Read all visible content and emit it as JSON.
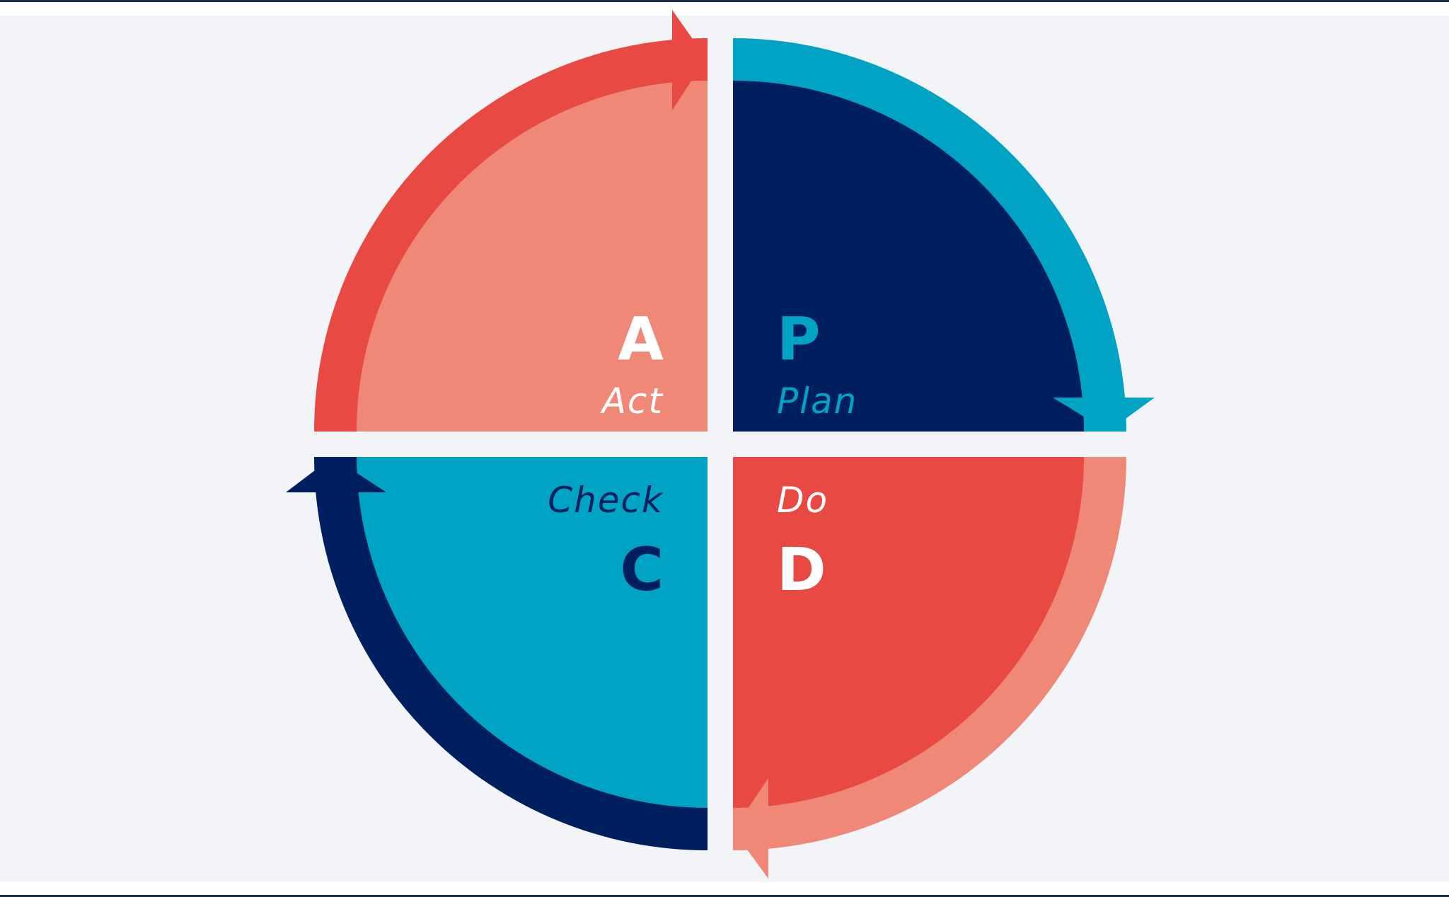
{
  "diagram": {
    "colors": {
      "background": "#f3f4f8",
      "border": "#1f2d4d",
      "navy": "#001f5f",
      "teal": "#00a3c4",
      "red": "#e94943",
      "salmon": "#ef8876",
      "white": "#ffffff"
    },
    "quadrants": {
      "plan": {
        "letter": "P",
        "word": "Plan"
      },
      "do": {
        "letter": "D",
        "word": "Do"
      },
      "check": {
        "letter": "C",
        "word": "Check"
      },
      "act": {
        "letter": "A",
        "word": "Act"
      }
    }
  }
}
